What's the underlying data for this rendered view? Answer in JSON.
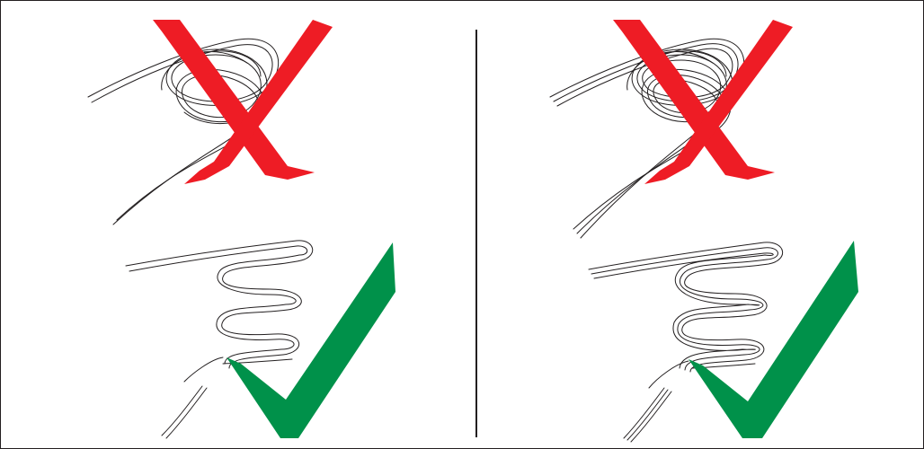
{
  "figure": {
    "panels": [
      {
        "name": "two-wire-cable",
        "wrong_coil": {
          "verdict": "wrong",
          "mark": "red-cross-icon"
        },
        "right_coil": {
          "verdict": "correct",
          "mark": "green-check-icon"
        }
      },
      {
        "name": "three-wire-cable",
        "wrong_coil": {
          "verdict": "wrong",
          "mark": "red-cross-icon"
        },
        "right_coil": {
          "verdict": "correct",
          "mark": "green-check-icon"
        }
      }
    ],
    "colors": {
      "cross": "#ee1c25",
      "check": "#00914a",
      "line": "#231f20",
      "background": "#ffffff"
    }
  }
}
